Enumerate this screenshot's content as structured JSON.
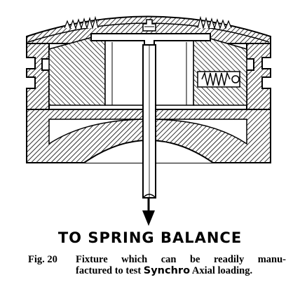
{
  "label_bottom": "TO SPRING BALANCE",
  "caption": {
    "number": "Fig. 20",
    "line1": "Fixture which can be readily manu-",
    "line2_prefix": "factured to test",
    "line2_brand": "Synchro",
    "line2_suffix": "Axial loading."
  }
}
